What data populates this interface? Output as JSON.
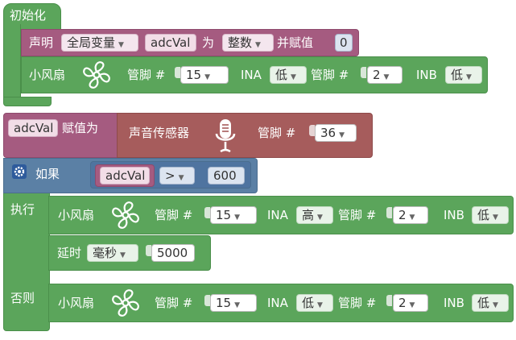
{
  "init": {
    "label": "初始化"
  },
  "declare": {
    "label": "声明",
    "scope": "全局变量",
    "var_name": "adcVal",
    "as_label": "为",
    "type": "整数",
    "assign_label": "并赋值",
    "value": "0"
  },
  "fan_labels": {
    "name": "小风扇",
    "pin": "管脚 #",
    "ina": "INA",
    "inb": "INB"
  },
  "fan_init": {
    "pin_a": "15",
    "ina": "低",
    "pin_b": "2",
    "inb": "低"
  },
  "assign": {
    "var": "adcVal",
    "label": "赋值为",
    "sensor": "声音传感器",
    "pin_label": "管脚 #",
    "pin": "36"
  },
  "ifblock": {
    "if_label": "如果",
    "var": "adcVal",
    "op": ">",
    "value": "600",
    "do_label": "执行",
    "else_label": "否则"
  },
  "fan_then": {
    "pin_a": "15",
    "ina": "高",
    "pin_b": "2",
    "inb": "低"
  },
  "delay": {
    "label": "延时",
    "unit": "毫秒",
    "value": "5000"
  },
  "fan_else": {
    "pin_a": "15",
    "ina": "低",
    "pin_b": "2",
    "inb": "低"
  },
  "colors": {
    "green": "#5ba55b",
    "maroon": "#a55b80",
    "red": "#a65c5c",
    "blue": "#5b80a5"
  },
  "icons": {
    "fan": "fan-icon",
    "mic": "microphone-icon",
    "gear": "gear-icon",
    "dropdown": "dropdown-caret-icon"
  }
}
